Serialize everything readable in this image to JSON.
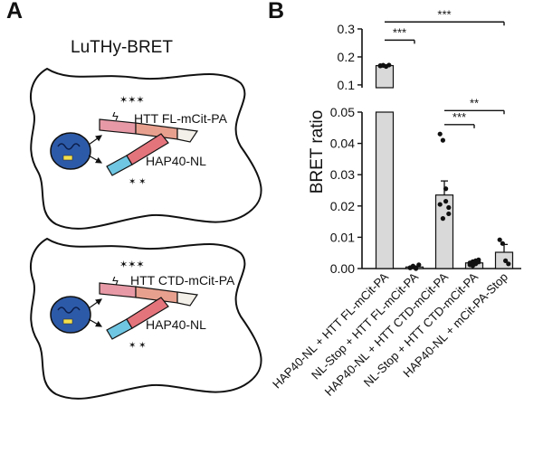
{
  "panel_a": {
    "letter": "A",
    "title": "LuTHy-BRET",
    "cell_top": {
      "acceptor_label": "HTT FL-mCit-PA",
      "donor_label": "HAP40-NL"
    },
    "cell_bottom": {
      "acceptor_label": "HTT CTD-mCit-PA",
      "donor_label": "HAP40-NL"
    },
    "colors": {
      "outline": "#111111",
      "nucleus": "#2d5aa8",
      "acceptor_bar": "#e79aa6",
      "acceptor_tag": "#e8a08e",
      "donor_bar": "#e4747c",
      "donor_tag": "#6fc6e2",
      "stars": "#8a5a4a"
    }
  },
  "panel_b": {
    "letter": "B"
  },
  "chart_data": {
    "type": "bar",
    "broken_axis": true,
    "ylabel": "BRET ratio",
    "upper_ylim": [
      0.09,
      0.3
    ],
    "upper_ticks": [
      "0.3",
      "0.2",
      "0.1"
    ],
    "upper_tick_values": [
      0.3,
      0.2,
      0.1
    ],
    "lower_ylim": [
      0,
      0.05
    ],
    "lower_ticks": [
      "0.05",
      "0.04",
      "0.03",
      "0.02",
      "0.01",
      "0.00"
    ],
    "lower_tick_values": [
      0.05,
      0.04,
      0.03,
      0.02,
      0.01,
      0.0
    ],
    "categories": [
      "HAP40-NL + HTT FL-mCit-PA",
      "NL-Stop + HTT FL-mCit-PA",
      "HAP40-NL + HTT CTD-mCit-PA",
      "NL-Stop + HTT CTD-mCit-PA",
      "HAP40-NL + mCit-PA-Stop"
    ],
    "values": [
      0.169,
      0.0005,
      0.0235,
      0.0018,
      0.0052
    ],
    "errors": [
      0.003,
      0.0003,
      0.0045,
      0.0005,
      0.0025
    ],
    "points": [
      [
        0.168,
        0.17,
        0.166,
        0.171,
        0.169,
        0.17
      ],
      [
        0.0002,
        0.0008,
        0.0,
        0.0012,
        0.0003,
        0.0006,
        0.0001
      ],
      [
        0.043,
        0.041,
        0.0255,
        0.0195,
        0.0205,
        0.016,
        0.0215,
        0.0175
      ],
      [
        0.0012,
        0.0022,
        0.0015,
        0.0028,
        0.0018,
        0.0009,
        0.0025,
        0.0021
      ],
      [
        0.0092,
        0.008,
        0.0025,
        0.0015
      ]
    ],
    "bar_color": "#d9d9d9",
    "significance": [
      {
        "from": 0,
        "to": 1,
        "label": "***",
        "axis": "upper",
        "y": 0.26
      },
      {
        "from": 0,
        "to": 4,
        "label": "***",
        "axis": "upper",
        "y": 0.325
      },
      {
        "from": 2,
        "to": 3,
        "label": "***",
        "axis": "lower",
        "y": 0.046
      },
      {
        "from": 2,
        "to": 4,
        "label": "**",
        "axis": "lower",
        "y": 0.0505
      }
    ]
  }
}
